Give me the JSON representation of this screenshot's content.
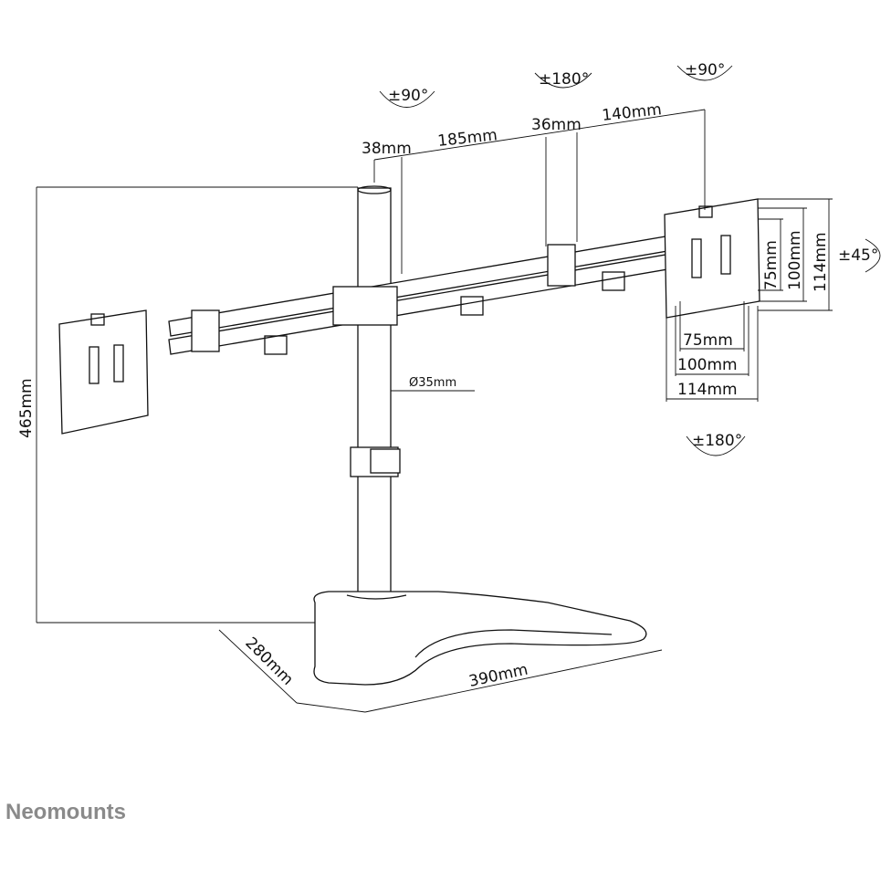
{
  "rotation": {
    "pole_top": "±90°",
    "arm_joint": "±180°",
    "right_head_top": "±90°",
    "right_head_tilt": "±45°",
    "right_head_bottom": "±180°"
  },
  "dimensions": {
    "pole_offset": "38mm",
    "arm_segment_1": "185mm",
    "joint_width": "36mm",
    "arm_segment_2": "140mm",
    "height": "465mm",
    "pole_diameter": "Ø35mm",
    "base_depth": "280mm",
    "base_width": "390mm",
    "vesa_v_75": "75mm",
    "vesa_v_100": "100mm",
    "vesa_v_114": "114mm",
    "vesa_h_75": "75mm",
    "vesa_h_100": "100mm",
    "vesa_h_114": "114mm"
  },
  "brand": "Neomounts"
}
